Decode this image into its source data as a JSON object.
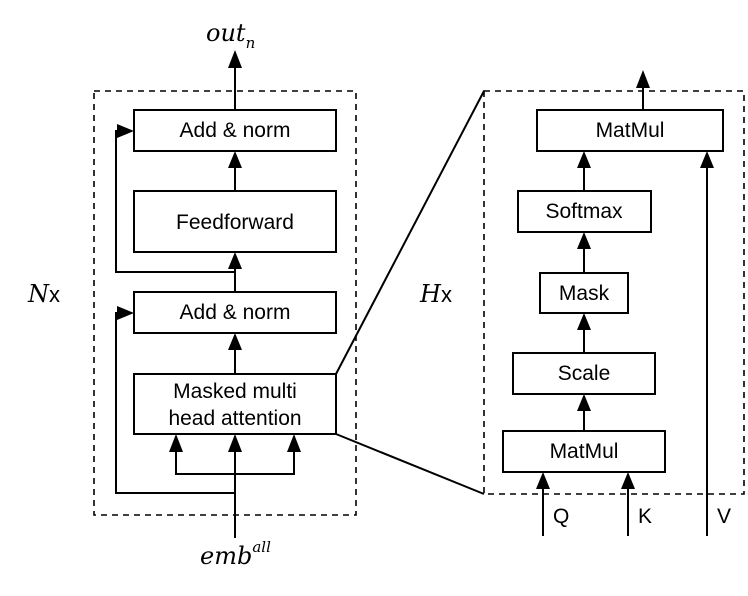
{
  "decoder": {
    "output_label": "out",
    "output_subscript": "n",
    "input_label": "emb",
    "input_superscript": "all",
    "repeat_var": "N",
    "repeat_suffix": "x",
    "add_norm_top": "Add & norm",
    "feedforward": "Feedforward",
    "add_norm_bottom": "Add & norm",
    "attention_line1": "Masked multi",
    "attention_line2": "head attention"
  },
  "attention_detail": {
    "repeat_var": "H",
    "repeat_suffix": "x",
    "matmul_top": "MatMul",
    "softmax": "Softmax",
    "mask": "Mask",
    "scale": "Scale",
    "matmul_bottom": "MatMul",
    "input_q": "Q",
    "input_k": "K",
    "input_v": "V"
  }
}
